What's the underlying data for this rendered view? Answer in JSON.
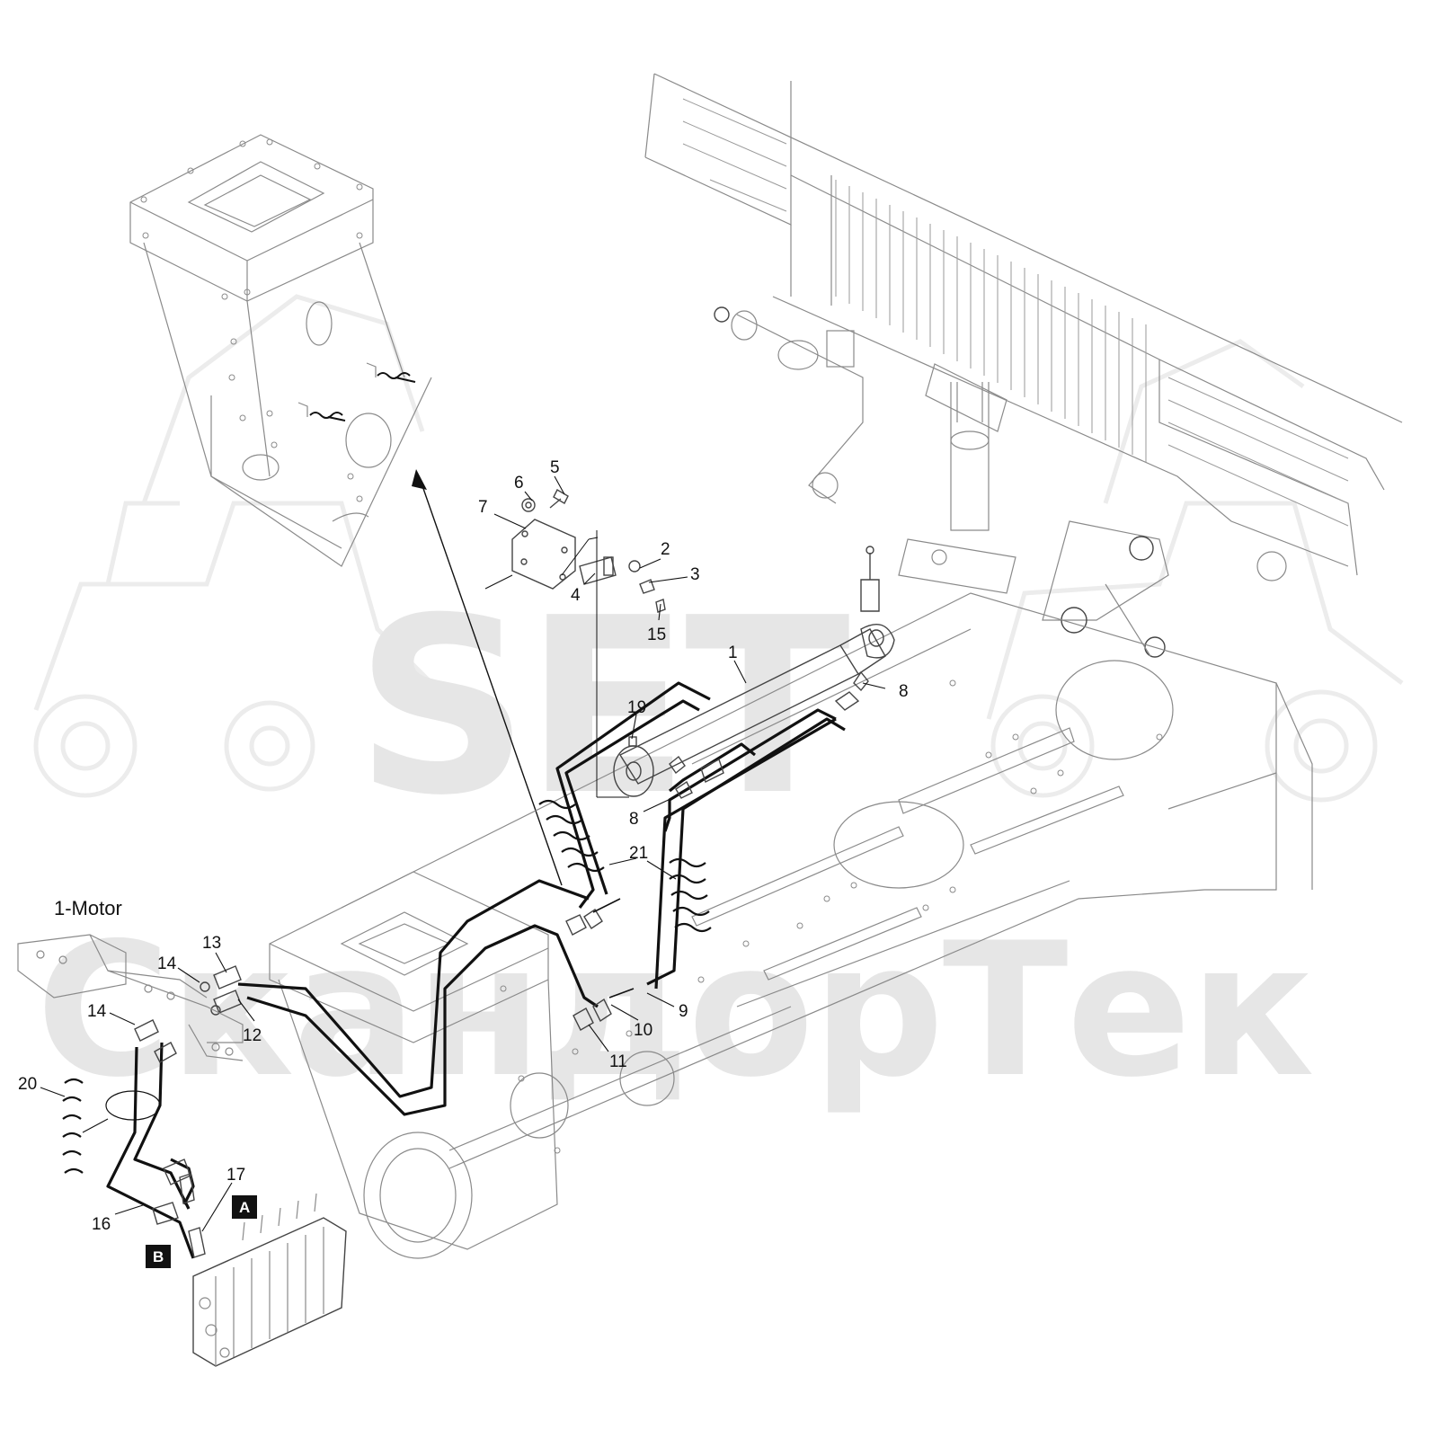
{
  "watermark": {
    "logo": "SET",
    "company": "СкандорТек"
  },
  "diagram": {
    "motor_label": "1-Motor",
    "port_labels": [
      "A",
      "B"
    ],
    "callouts": [
      {
        "id": "c1",
        "text": "1"
      },
      {
        "id": "c2",
        "text": "2"
      },
      {
        "id": "c3",
        "text": "3"
      },
      {
        "id": "c4",
        "text": "4"
      },
      {
        "id": "c5",
        "text": "5"
      },
      {
        "id": "c6",
        "text": "6"
      },
      {
        "id": "c7",
        "text": "7"
      },
      {
        "id": "c8a",
        "text": "8"
      },
      {
        "id": "c8b",
        "text": "8"
      },
      {
        "id": "c9",
        "text": "9"
      },
      {
        "id": "c10",
        "text": "10"
      },
      {
        "id": "c11",
        "text": "11"
      },
      {
        "id": "c12",
        "text": "12"
      },
      {
        "id": "c13",
        "text": "13"
      },
      {
        "id": "c14a",
        "text": "14"
      },
      {
        "id": "c14b",
        "text": "14"
      },
      {
        "id": "c15",
        "text": "15"
      },
      {
        "id": "c16",
        "text": "16"
      },
      {
        "id": "c17",
        "text": "17"
      },
      {
        "id": "c19",
        "text": "19"
      },
      {
        "id": "c20",
        "text": "20"
      },
      {
        "id": "c21",
        "text": "21"
      }
    ]
  }
}
